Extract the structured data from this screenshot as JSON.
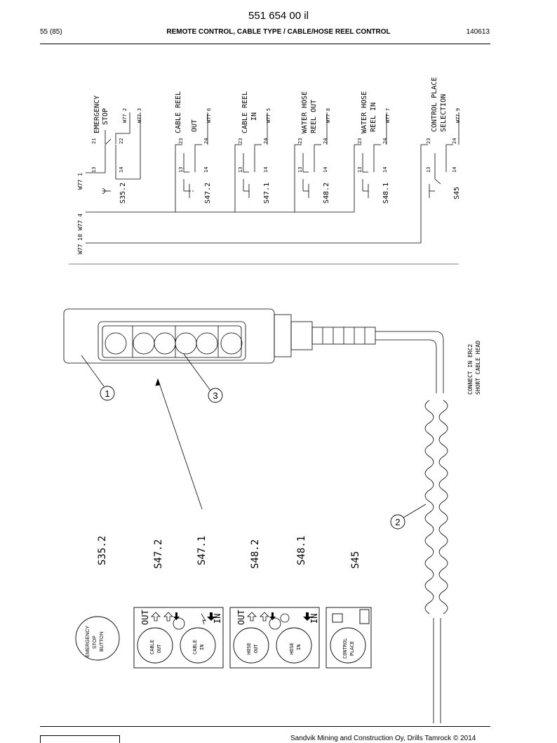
{
  "header": {
    "doc_number": "551 654 00 il",
    "page": "55 (85)",
    "title": "REMOTE CONTROL, CABLE TYPE / CABLE/HOSE REEL CONTROL",
    "date": "140613"
  },
  "schematic": {
    "wire_left": [
      "W77 1",
      "W77 4",
      "W77 10"
    ],
    "wire_w77_left": "W77 1",
    "wire_4": "W77 4",
    "wire_10": "W77 10",
    "switches": [
      {
        "ref": "S35.2",
        "label1": "EMERGENCY",
        "label2": "STOP",
        "top_terms": [
          "21",
          "22"
        ],
        "bot_terms": [
          "13",
          "14"
        ],
        "wires": [
          "W77 2",
          "W77 3"
        ]
      },
      {
        "ref": "S47.2",
        "label1": "CABLE REEL",
        "label2": "OUT",
        "top_terms": [
          "23",
          "24"
        ],
        "bot_terms": [
          "13",
          "14"
        ],
        "wires": [
          "W77 6"
        ]
      },
      {
        "ref": "S47.1",
        "label1": "CABLE REEL",
        "label2": "IN",
        "top_terms": [
          "23",
          "24"
        ],
        "bot_terms": [
          "13",
          "14"
        ],
        "wires": [
          "W77 5"
        ]
      },
      {
        "ref": "S48.2",
        "label1": "WATER HOSE",
        "label2": "REEL OUT",
        "top_terms": [
          "23",
          "24"
        ],
        "bot_terms": [
          "13",
          "14"
        ],
        "wires": [
          "W77 8"
        ]
      },
      {
        "ref": "S48.1",
        "label1": "WATER HOSE",
        "label2": "REEL IN",
        "top_terms": [
          "23",
          "24"
        ],
        "bot_terms": [
          "13",
          "14"
        ],
        "wires": [
          "W77 7"
        ]
      },
      {
        "ref": "S45",
        "label1": "CONTROL PLACE",
        "label2": "SELECTION",
        "top_terms": [
          "23",
          "24"
        ],
        "bot_terms": [
          "13",
          "14"
        ],
        "wires": [
          "W77 9"
        ]
      }
    ]
  },
  "pendant": {
    "cable_note1": "CONNECT IN ERC2",
    "cable_note2": "SHORT CABLE HEAD",
    "callouts": [
      "1",
      "2",
      "3"
    ]
  },
  "legend": {
    "refs": [
      "S35.2",
      "S47.2",
      "S47.1",
      "S48.2",
      "S48.1",
      "S45"
    ],
    "emergency": [
      "EMERGENCY",
      "STOP",
      "BUTTON"
    ],
    "cable_panel": {
      "out": "OUT",
      "in": "IN",
      "btn1": [
        "CABLE",
        "OUT"
      ],
      "btn2": [
        "CABLE",
        "IN"
      ]
    },
    "hose_panel": {
      "out": "OUT",
      "in": "IN",
      "btn1": [
        "HOSE",
        "OUT"
      ],
      "btn2": [
        "HOSE",
        "IN"
      ]
    },
    "control_panel": {
      "btn": [
        "CONTROL",
        "PLACE"
      ]
    }
  },
  "footer": {
    "copyright": "Sandvik Mining and Construction Oy, Drills Tamrock © 2014"
  }
}
